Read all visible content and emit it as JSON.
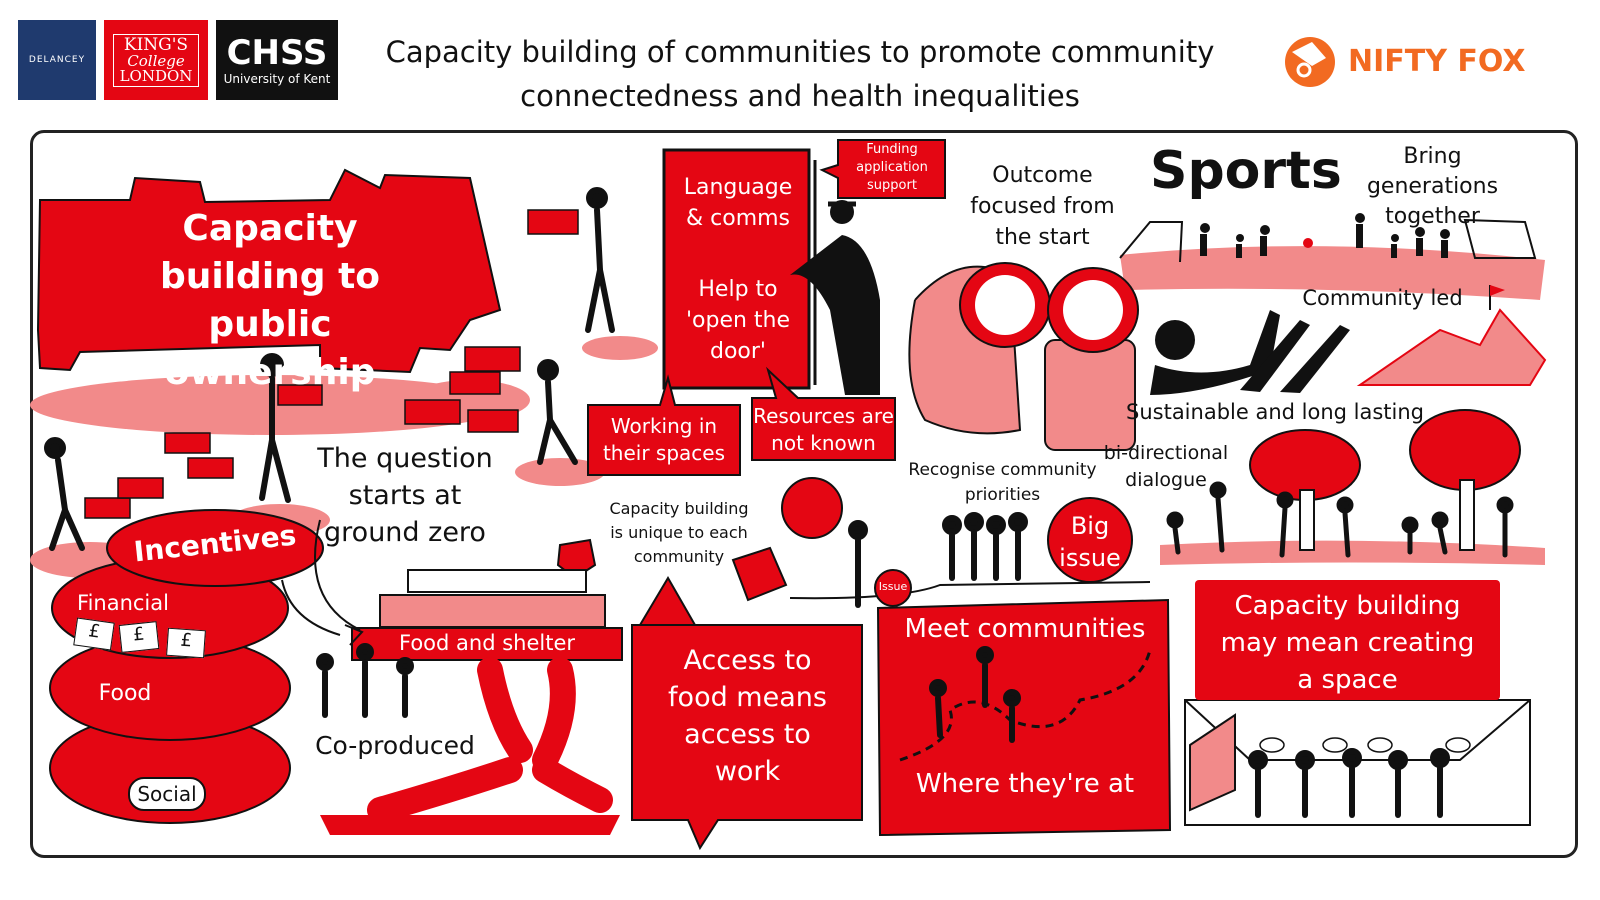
{
  "header": {
    "logos": {
      "delancey": "DELANCEY",
      "kings_line1": "KING'S",
      "kings_line2": "College",
      "kings_line3": "LONDON",
      "chss_main": "CHSS",
      "chss_sub": "University of Kent",
      "nifty": "NIFTY FOX"
    },
    "title_line1": "Capacity building of communities to promote community",
    "title_line2": "connectedness and health inequalities"
  },
  "panels": {
    "capacity_title": [
      "Capacity",
      "building to",
      "public ownership"
    ],
    "incentives": "Incentives",
    "financial": "Financial",
    "pound": "£",
    "food": "Food",
    "social": "Social",
    "question": [
      "The question",
      "starts at",
      "ground zero"
    ],
    "food_shelter": "Food and shelter",
    "co_produced": "Co-produced",
    "door_top": [
      "Language",
      "& comms"
    ],
    "door_bottom": [
      "Help to",
      "'open the",
      "door'"
    ],
    "funding": [
      "Funding",
      "application",
      "support"
    ],
    "working": [
      "Working in",
      "their spaces"
    ],
    "resources": [
      "Resources are",
      "not known"
    ],
    "unique": [
      "Capacity building",
      "is unique to each",
      "community"
    ],
    "access": [
      "Access to",
      "food means",
      "access to",
      "work"
    ],
    "outcome": [
      "Outcome",
      "focused from",
      "the start"
    ],
    "sports": "Sports",
    "generations": [
      "Bring generations",
      "together"
    ],
    "community_led": "Community led",
    "sustainable": "Sustainable and long lasting",
    "recognise": [
      "Recognise community",
      "priorities"
    ],
    "bidirectional": [
      "bi-directional",
      "dialogue"
    ],
    "big_issue": [
      "Big",
      "issue"
    ],
    "issue": "Issue",
    "meet": "Meet communities",
    "where": "Where they're at",
    "space": [
      "Capacity building",
      "may mean creating",
      "a space"
    ]
  },
  "colors": {
    "red": "#e40613",
    "pink": "#f28a8a",
    "navy": "#1f3a6e",
    "orange": "#f26a21"
  }
}
